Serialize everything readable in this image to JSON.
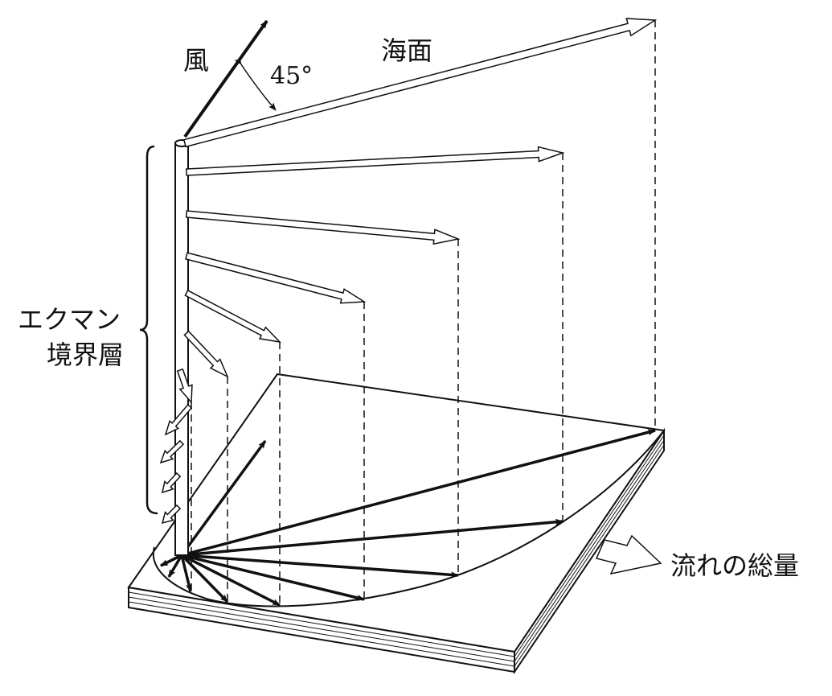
{
  "labels": {
    "wind": "風",
    "angle": "45°",
    "sea_surface": "海面",
    "ekman_line1": "エクマン",
    "ekman_line2": "境界層",
    "total_transport": "流れの総量"
  },
  "colors": {
    "line": "#111111",
    "background": "#ffffff"
  }
}
